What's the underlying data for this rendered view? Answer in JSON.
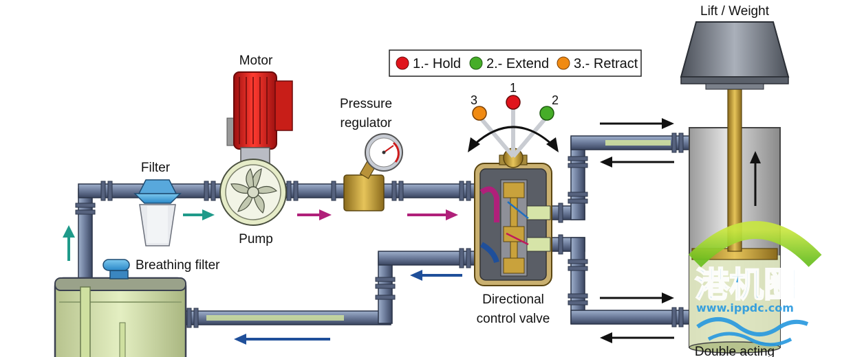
{
  "labels": {
    "motor": "Motor",
    "pressure_regulator_line1": "Pressure",
    "pressure_regulator_line2": "regulator",
    "filter": "Filter",
    "pump": "Pump",
    "breathing_filter": "Breathing filter",
    "directional_line1": "Directional",
    "directional_line2": "control valve",
    "lift_weight": "Lift / Weight",
    "double_acting": "Double acting"
  },
  "legend": [
    {
      "text": "1.- Hold",
      "color": "#e0141c"
    },
    {
      "text": "2.- Extend",
      "color": "#46ad28"
    },
    {
      "text": "3.- Retract",
      "color": "#f08a12"
    }
  ],
  "lever_numbers": [
    "3",
    "1",
    "2"
  ],
  "watermark": {
    "chars": "港机圈",
    "url": "www.ippdc.com"
  },
  "colors": {
    "pipe": "#6b7a99",
    "pipe_dark": "#3a4560",
    "oil": "#d8e8b0",
    "motor_red": "#d8221c",
    "arrow_teal": "#1f9a8a",
    "arrow_magenta": "#b0207a",
    "arrow_blue": "#1f4f9a",
    "arrow_black": "#111111",
    "brass": "#c9a23c"
  }
}
